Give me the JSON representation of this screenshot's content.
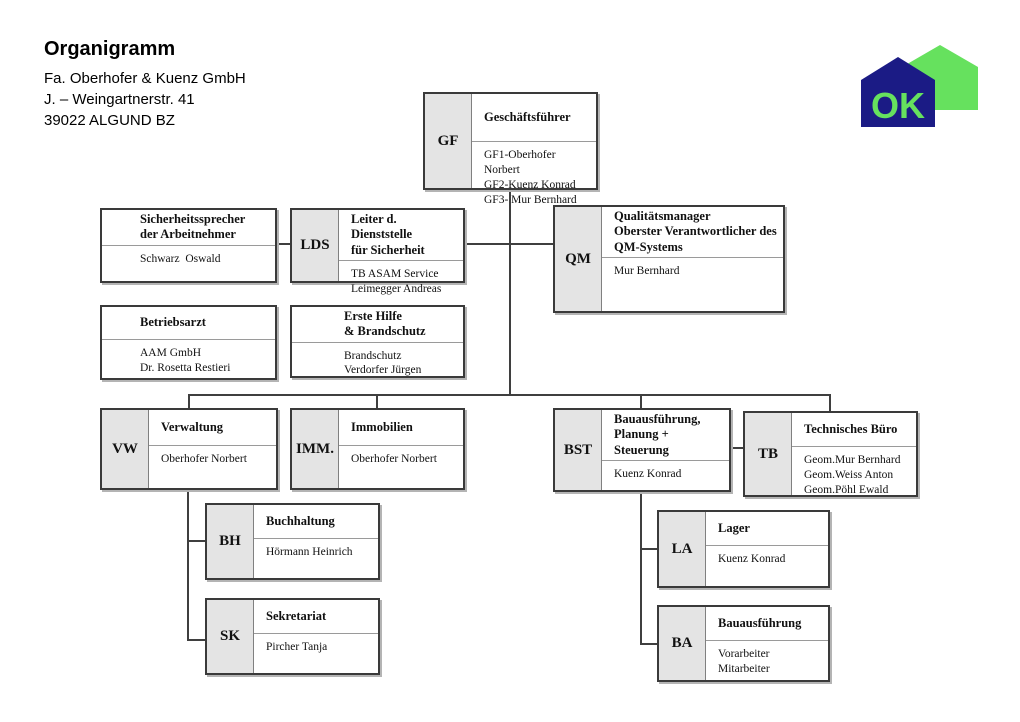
{
  "header": {
    "title": "Organigramm",
    "company": "Fa. Oberhofer & Kuenz GmbH",
    "street": "J. – Weingartnerstr. 41",
    "city": "39022  ALGUND BZ"
  },
  "logo": {
    "text": "OK",
    "navy_color": "#1b1b85",
    "green_color": "#66e15e"
  },
  "boxes": {
    "gf": {
      "abbrev": "GF",
      "title": "Geschäftsführer",
      "body": "GF1-Oberhofer Norbert\nGF2-Kuenz Konrad\nGF3- Mur Bernhard"
    },
    "sicherheitssprecher": {
      "title": "Sicherheitssprecher\nder Arbeitnehmer",
      "body": "Schwarz  Oswald"
    },
    "lds": {
      "abbrev": "LDS",
      "title": "Leiter d. Dienststelle\nfür Sicherheit",
      "body": "TB ASAM Service\nLeimegger Andreas"
    },
    "qm": {
      "abbrev": "QM",
      "title": "Qualitätsmanager\nOberster Verantwortlicher des\nQM-Systems",
      "body": "Mur Bernhard"
    },
    "betriebsarzt": {
      "title": "Betriebsarzt",
      "body": "AAM GmbH\nDr. Rosetta Restieri"
    },
    "erstehilfe": {
      "title": "Erste Hilfe\n& Brandschutz",
      "body": "Brandschutz\nVerdorfer Jürgen"
    },
    "vw": {
      "abbrev": "VW",
      "title": "Verwaltung",
      "body": "Oberhofer Norbert"
    },
    "imm": {
      "abbrev": "IMM.",
      "title": "Immobilien",
      "body": "Oberhofer Norbert"
    },
    "bst": {
      "abbrev": "BST",
      "title": "Bauausführung,\nPlanung + Steuerung",
      "body": "Kuenz Konrad"
    },
    "tb": {
      "abbrev": "TB",
      "title": "Technisches Büro",
      "body": "Geom.Mur Bernhard\nGeom.Weiss Anton\nGeom.Pöhl Ewald"
    },
    "bh": {
      "abbrev": "BH",
      "title": "Buchhaltung",
      "body": "Hörmann Heinrich"
    },
    "sk": {
      "abbrev": "SK",
      "title": "Sekretariat",
      "body": "Pircher Tanja"
    },
    "la": {
      "abbrev": "LA",
      "title": "Lager",
      "body": "Kuenz Konrad"
    },
    "ba": {
      "abbrev": "BA",
      "title": "Bauausführung",
      "body": "Vorarbeiter\nMitarbeiter"
    }
  }
}
